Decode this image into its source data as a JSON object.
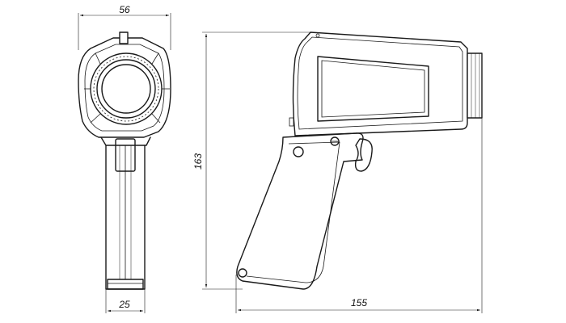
{
  "dimensions": {
    "front_width_top": "56",
    "front_width_bottom": "25",
    "side_height": "163",
    "side_length": "155"
  }
}
